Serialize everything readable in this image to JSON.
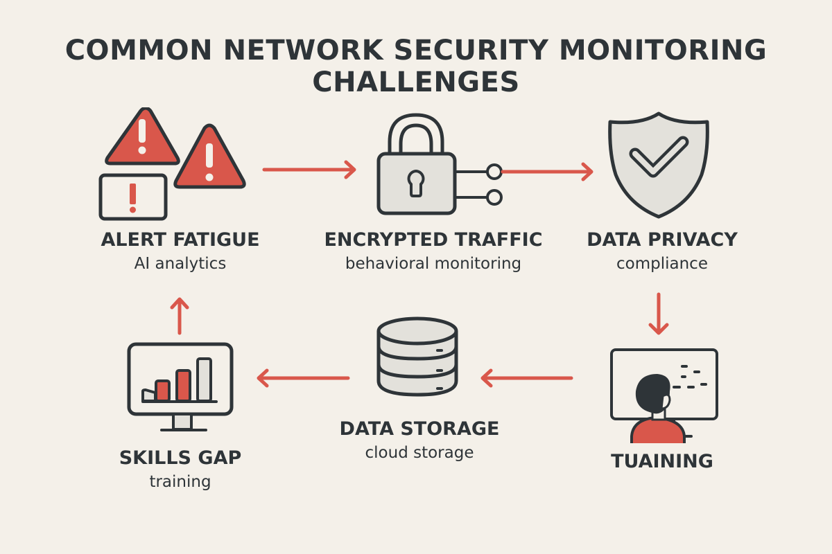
{
  "title": {
    "line1": "COMMON NETWORK SECURITY MONITORING",
    "line2": "CHALLENGES"
  },
  "colors": {
    "background": "#f4f0e9",
    "accent_red": "#d9574b",
    "outline_dark": "#2e3438",
    "fill_gray": "#e3e1db"
  },
  "nodes": [
    {
      "id": "alert-fatigue",
      "title": "ALERT FATIGUE",
      "subtitle": "AI analytics",
      "icon": "warning-triangles-icon"
    },
    {
      "id": "encrypted-traffic",
      "title": "ENCRYPTED TRAFFIC",
      "subtitle": "behavioral monitoring",
      "icon": "padlock-network-icon"
    },
    {
      "id": "data-privacy",
      "title": "DATA PRIVACY",
      "subtitle": "compliance",
      "icon": "shield-check-icon"
    },
    {
      "id": "training",
      "title": "TUAINING",
      "subtitle": "",
      "icon": "person-at-monitor-icon"
    },
    {
      "id": "data-storage",
      "title": "DATA STORAGE",
      "subtitle": "cloud storage",
      "icon": "database-icon"
    },
    {
      "id": "skills-gap",
      "title": "SKILLS GAP",
      "subtitle": "training",
      "icon": "monitor-bar-chart-icon"
    }
  ],
  "flow": [
    {
      "from": "alert-fatigue",
      "to": "encrypted-traffic",
      "direction": "right"
    },
    {
      "from": "encrypted-traffic",
      "to": "data-privacy",
      "direction": "right"
    },
    {
      "from": "data-privacy",
      "to": "training",
      "direction": "down"
    },
    {
      "from": "training",
      "to": "data-storage",
      "direction": "left"
    },
    {
      "from": "data-storage",
      "to": "skills-gap",
      "direction": "left"
    },
    {
      "from": "skills-gap",
      "to": "alert-fatigue",
      "direction": "up"
    }
  ]
}
